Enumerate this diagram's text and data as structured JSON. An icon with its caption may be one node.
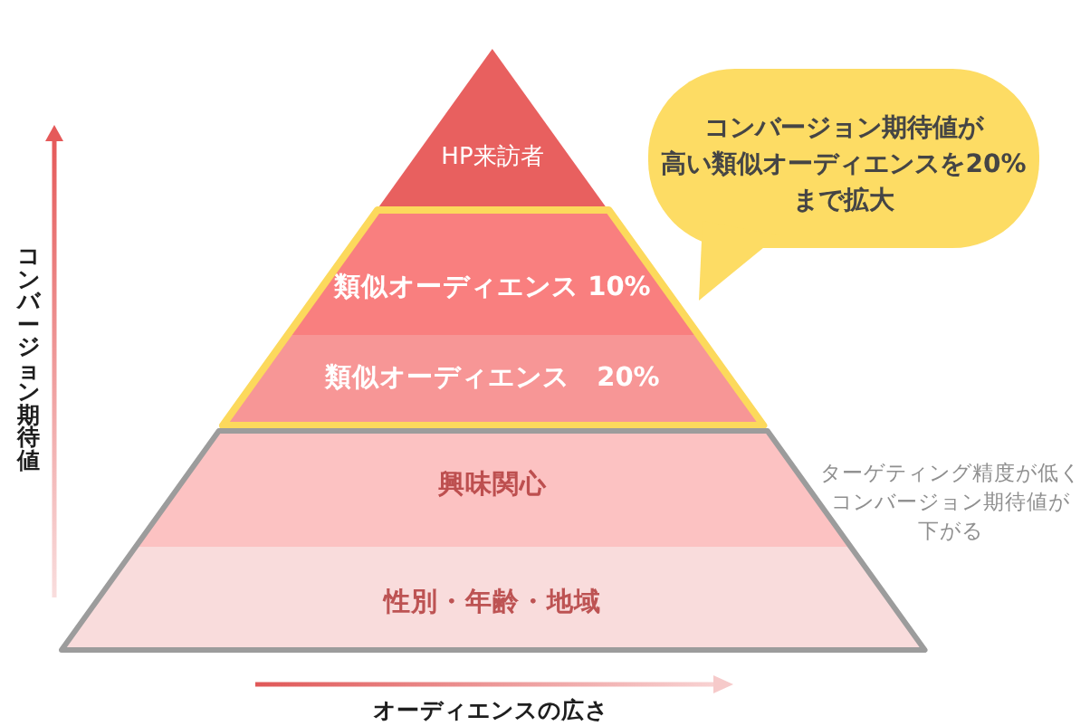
{
  "diagram": {
    "nodes": [
      {
        "text": [
          "HP来訪者"
        ]
      },
      {
        "text": [],
        "shape": "trapezoid"
      },
      {
        "text": [
          "類似オーディエンス 10%"
        ],
        "in": 1
      },
      {
        "text": [
          "類似オーディエンス　20%"
        ],
        "in": 1
      },
      {
        "text": [],
        "shape": "trapezoid"
      },
      {
        "text": [
          "興味関心"
        ],
        "in": 4
      },
      {
        "text": [
          "性別・年齢・地域"
        ],
        "in": 4
      },
      {
        "text": [
          "コンバージョン期待値が高い類似オーディエンスを20%まで拡大"
        ]
      }
    ],
    "labels": [
      "コンバージョン期待値",
      "ターゲティング精度が低くコンバージョン期待値が下がる",
      "オーディエンスの広さ"
    ]
  }
}
